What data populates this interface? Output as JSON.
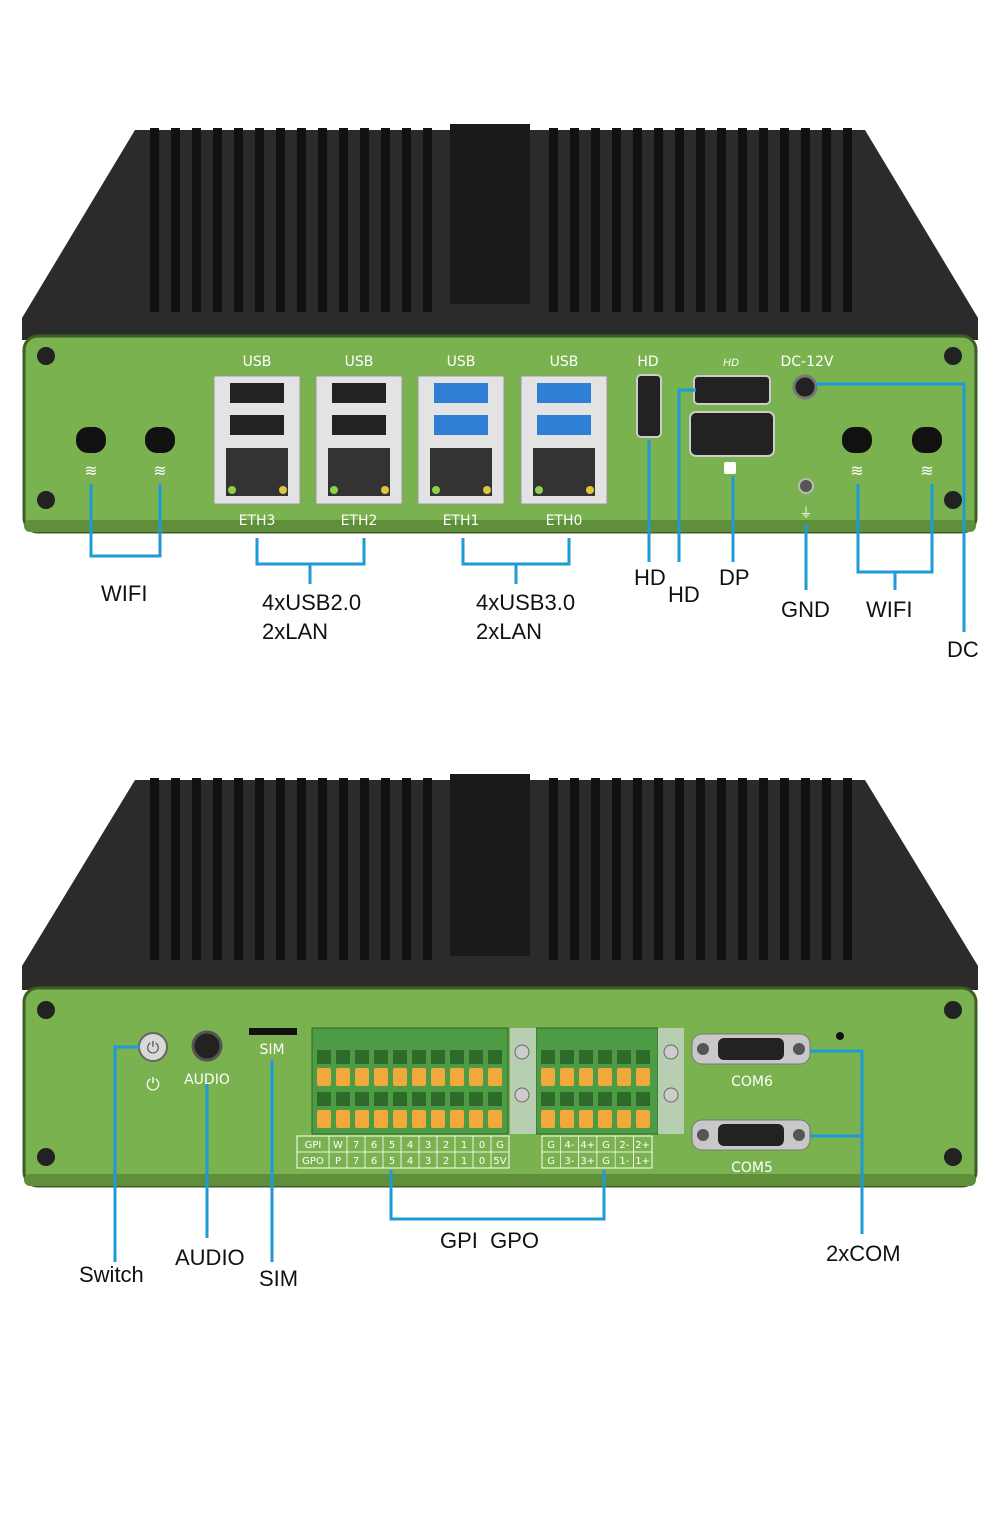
{
  "colors": {
    "panel": "#7ab24f",
    "panel_dark": "#5f8f3a",
    "heatsink": "#2b2b2b",
    "fin": "#111111",
    "callout_line": "#1e9ad6",
    "usb3_blue": "#2f7fd6",
    "terminal_orange": "#f2a93b",
    "terminal_green": "#4e9b46"
  },
  "top_device": {
    "port_labels": {
      "usb": [
        "USB",
        "USB",
        "USB",
        "USB"
      ],
      "eth": [
        "ETH3",
        "ETH2",
        "ETH1",
        "ETH0"
      ],
      "hd": "HD",
      "dc": "DC-12V"
    },
    "callouts": {
      "wifi_left": "WIFI",
      "usb2_line1": "4xUSB2.0",
      "usb2_line2": "2xLAN",
      "usb3_line1": "4xUSB3.0",
      "usb3_line2": "2xLAN",
      "hd1": "HD",
      "hd2": "HD",
      "dp": "DP",
      "gnd": "GND",
      "wifi_right": "WIFI",
      "dc": "DC"
    }
  },
  "bottom_device": {
    "port_labels": {
      "audio": "AUDIO",
      "sim": "SIM",
      "com6": "COM6",
      "com5": "COM5"
    },
    "gpio_table": {
      "left_row1": [
        "GPI",
        "W",
        "7",
        "6",
        "5",
        "4",
        "3",
        "2",
        "1",
        "0",
        "G"
      ],
      "left_row2": [
        "GPO",
        "P",
        "7",
        "6",
        "5",
        "4",
        "3",
        "2",
        "1",
        "0",
        "5V"
      ],
      "right_row1": [
        "G",
        "4-",
        "4+",
        "G",
        "2-",
        "2+"
      ],
      "right_row2": [
        "G",
        "3-",
        "3+",
        "G",
        "1-",
        "1+"
      ]
    },
    "callouts": {
      "switch": "Switch",
      "audio": "AUDIO",
      "sim": "SIM",
      "gpio": "GPI  GPO",
      "com": "2xCOM"
    }
  }
}
